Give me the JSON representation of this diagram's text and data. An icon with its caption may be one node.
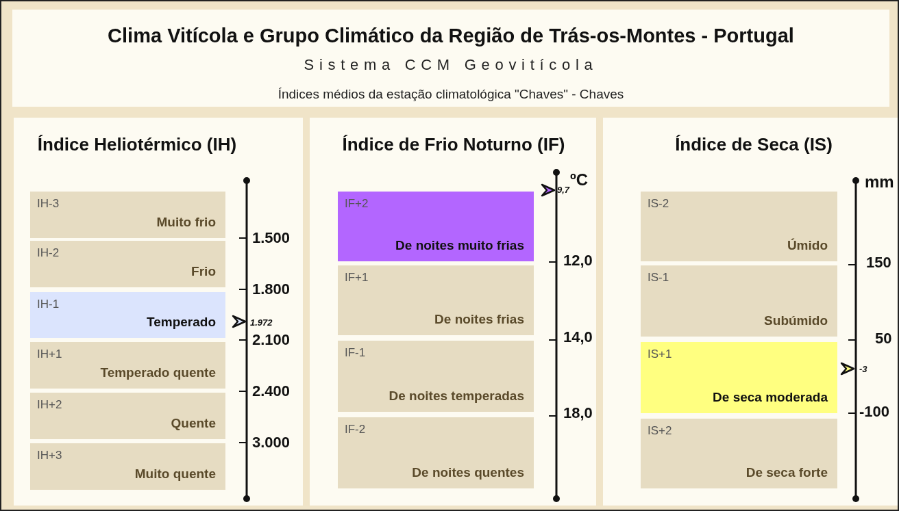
{
  "diagram": {
    "title": "Clima Vitícola e Grupo Climático da Região de Trás-os-Montes - Portugal",
    "nodes": [
      {
        "text": [
          "Índice Heliotérmico (IH)"
        ]
      },
      {
        "text": [
          "IH-3",
          "Muito frio"
        ],
        "in": 0
      },
      {
        "text": [
          "IH-2",
          "Frio"
        ],
        "in": 0
      },
      {
        "text": [
          "IH-1",
          "Temperado"
        ],
        "in": 0
      },
      {
        "text": [
          "IH+1",
          "Temperado quente"
        ],
        "in": 0
      },
      {
        "text": [
          "IH+2",
          "Quente"
        ],
        "in": 0
      },
      {
        "text": [
          "IH+3",
          "Muito quente"
        ],
        "in": 0
      },
      {
        "text": [
          "Índice de Frio Noturno (IF)"
        ]
      },
      {
        "text": [
          "IF+2",
          "De noites muito frias"
        ],
        "in": 7
      },
      {
        "text": [
          "IF+1",
          "De noites frias"
        ],
        "in": 7
      },
      {
        "text": [
          "IF-1",
          "De noites temperadas"
        ],
        "in": 7
      },
      {
        "text": [
          "IF-2",
          "De noites quentes"
        ],
        "in": 7
      },
      {
        "text": [
          "Índice de Seca (IS)"
        ]
      },
      {
        "text": [
          "IS-2",
          "Úmido"
        ],
        "in": 12
      },
      {
        "text": [
          "IS-1",
          "Subúmido"
        ],
        "in": 12
      },
      {
        "text": [
          "IS+1",
          "De seca moderada"
        ],
        "in": 12
      },
      {
        "text": [
          "IS+2",
          "De seca forte"
        ],
        "in": 12
      }
    ],
    "edges": [],
    "labels": [
      "Sistema CCM Geovitícola",
      "Índices médios da estação climatológica \"Chaves\" - Chaves",
      "1.500",
      "1.800",
      "1.972",
      "2.100",
      "2.400",
      "3.000",
      "ºC",
      "9,7",
      "12,0",
      "14,0",
      "18,0",
      "mm",
      "150",
      "50",
      "-3",
      "-100"
    ]
  }
}
